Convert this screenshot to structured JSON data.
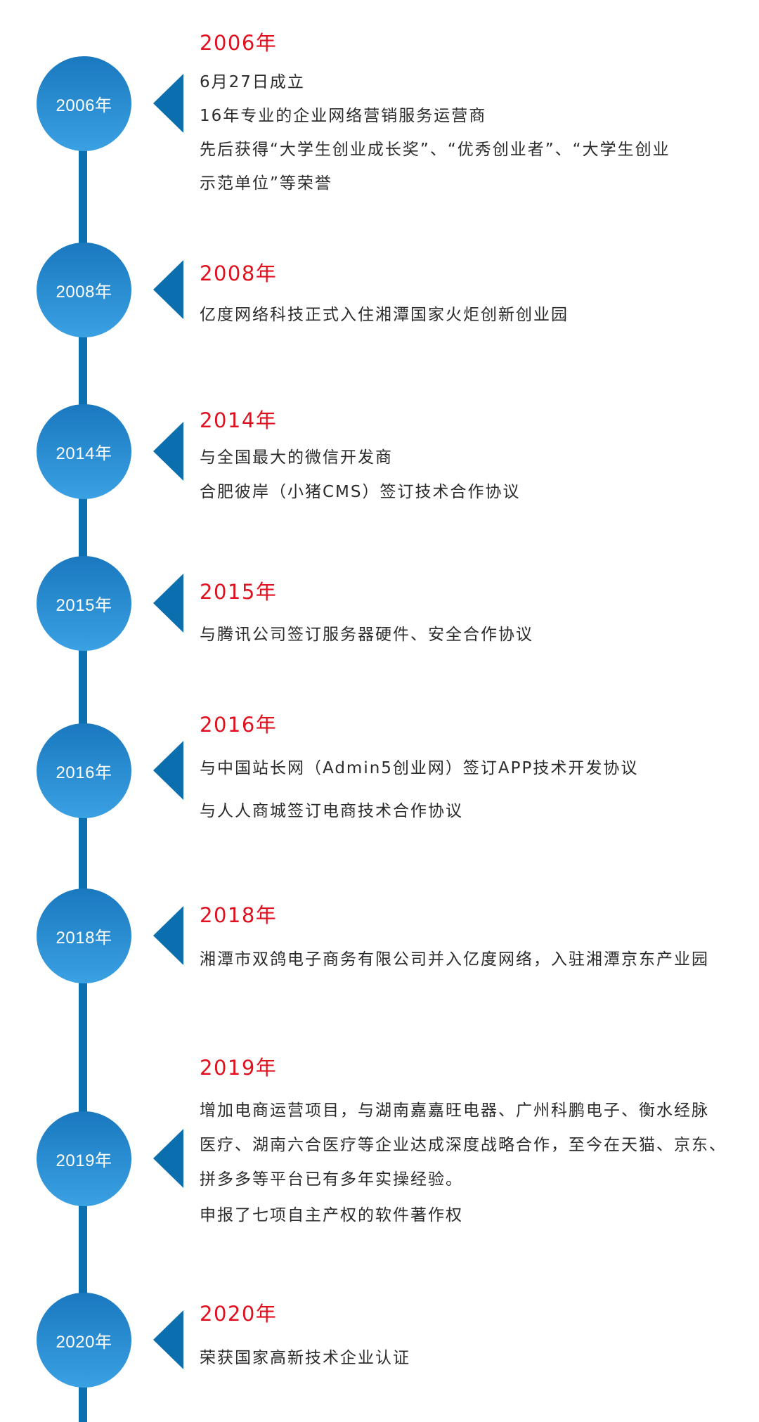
{
  "events": [
    {
      "year_label": "2006年",
      "heading": "2006年",
      "lines": [
        "6月27日成立",
        "16年专业的企业网络营销服务运营商",
        "先后获得“大学生创业成长奖”、“优秀创业者”、“大学生创业",
        "示范单位”等荣誉"
      ]
    },
    {
      "year_label": "2008年",
      "heading": "2008年",
      "lines": [
        "亿度网络科技正式入住湘潭国家火炬创新创业园"
      ]
    },
    {
      "year_label": "2014年",
      "heading": "2014年",
      "lines": [
        "与全国最大的微信开发商",
        "合肥彼岸（小猪CMS）签订技术合作协议"
      ]
    },
    {
      "year_label": "2015年",
      "heading": "2015年",
      "lines": [
        "与腾讯公司签订服务器硬件、安全合作协议"
      ]
    },
    {
      "year_label": "2016年",
      "heading": "2016年",
      "lines": [
        "与中国站长网（Admin5创业网）签订APP技术开发协议",
        "与人人商城签订电商技术合作协议"
      ]
    },
    {
      "year_label": "2018年",
      "heading": "2018年",
      "lines": [
        "湘潭市双鸽电子商务有限公司并入亿度网络，入驻湘潭京东产业园"
      ]
    },
    {
      "year_label": "2019年",
      "heading": "2019年",
      "lines": [
        "增加电商运营项目，与湖南嘉嘉旺电器、广州科鹏电子、衡水经脉",
        "医疗、湖南六合医疗等企业达成深度战略合作，至今在天猫、京东、",
        "拼多多等平台已有多年实操经验。",
        "申报了七项自主产权的软件著作权"
      ]
    },
    {
      "year_label": "2020年",
      "heading": "2020年",
      "lines": [
        "荣获国家高新技术企业认证"
      ]
    }
  ]
}
